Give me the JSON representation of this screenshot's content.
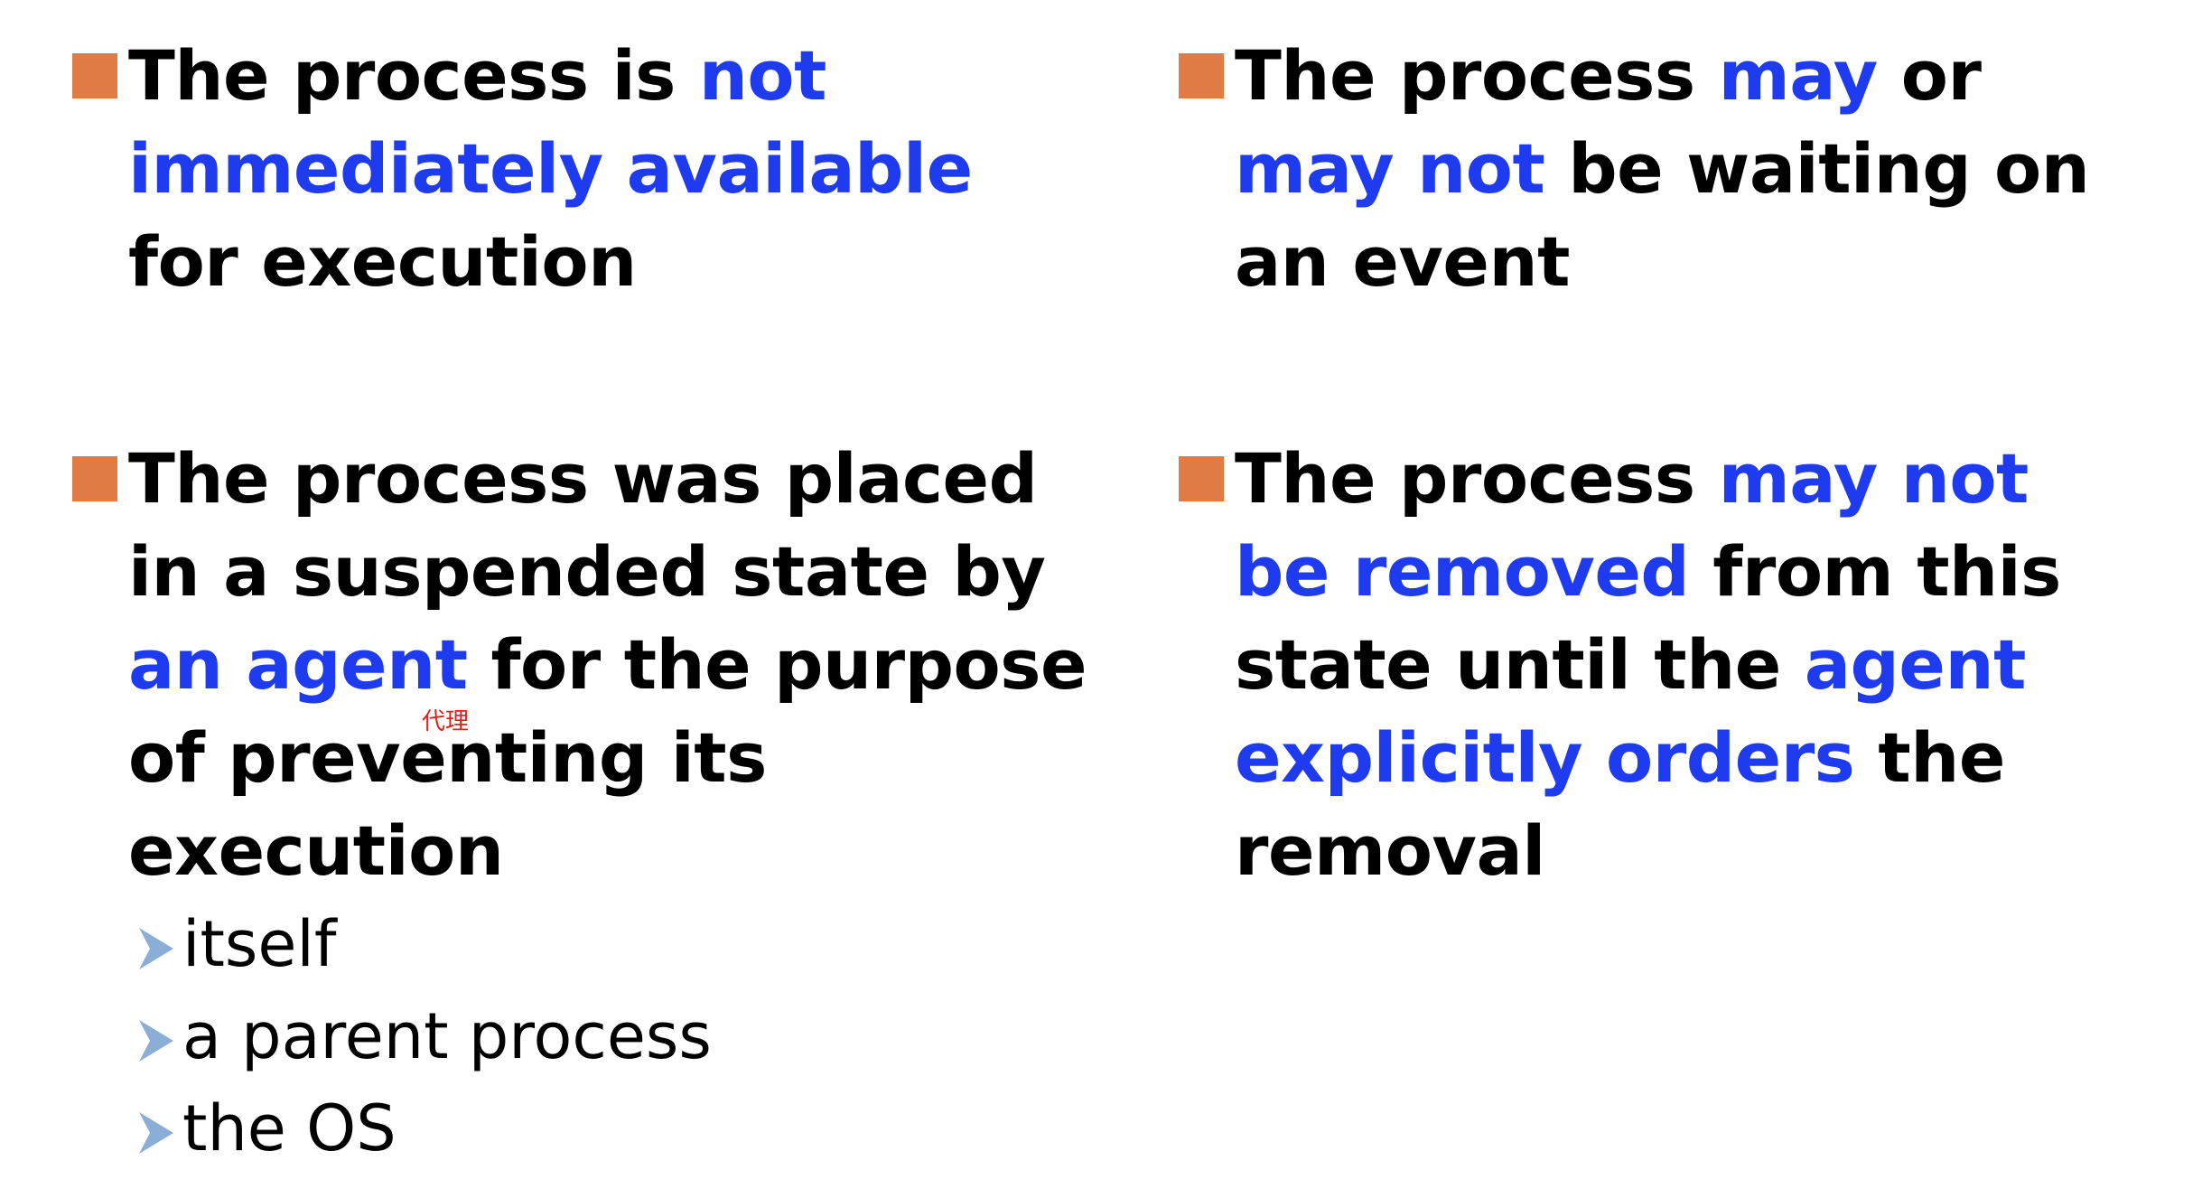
{
  "colors": {
    "bullet": "#e07b45",
    "highlight": "#1f3bf0",
    "text": "#000000",
    "annotation": "#e0201b",
    "sub_arrow": "#8aaed8"
  },
  "bullets": [
    {
      "lines": [
        [
          {
            "t": "The process is ",
            "hl": false
          },
          {
            "t": "not",
            "hl": true
          }
        ],
        [
          {
            "t": "immediately available",
            "hl": true
          }
        ],
        [
          {
            "t": "for execution",
            "hl": false
          }
        ]
      ]
    },
    {
      "lines": [
        [
          {
            "t": "The process ",
            "hl": false
          },
          {
            "t": "may",
            "hl": true
          },
          {
            "t": " or",
            "hl": false
          }
        ],
        [
          {
            "t": "may not",
            "hl": true
          },
          {
            "t": " be waiting on",
            "hl": false
          }
        ],
        [
          {
            "t": "an event",
            "hl": false
          }
        ]
      ]
    },
    {
      "lines": [
        [
          {
            "t": "The process was placed",
            "hl": false
          }
        ],
        [
          {
            "t": "in a suspended state by",
            "hl": false
          }
        ],
        [
          {
            "t": "an agent",
            "hl": true
          },
          {
            "t": " for the purpose",
            "hl": false
          }
        ],
        [
          {
            "t": "of preventing its",
            "hl": false
          }
        ],
        [
          {
            "t": "execution",
            "hl": false
          }
        ]
      ]
    },
    {
      "lines": [
        [
          {
            "t": "The process ",
            "hl": false
          },
          {
            "t": "may not",
            "hl": true
          }
        ],
        [
          {
            "t": "be removed",
            "hl": true
          },
          {
            "t": " from this",
            "hl": false
          }
        ],
        [
          {
            "t": "state until the ",
            "hl": false
          },
          {
            "t": "agent",
            "hl": true
          }
        ],
        [
          {
            "t": "explicitly orders",
            "hl": true
          },
          {
            "t": " the",
            "hl": false
          }
        ],
        [
          {
            "t": "removal",
            "hl": false
          }
        ]
      ]
    }
  ],
  "sub_items": [
    "itself",
    "a parent process",
    "the OS"
  ],
  "annotation": "代理",
  "icons": {
    "bullet": "square-bullet-icon",
    "sub": "arrow-bullet-icon"
  }
}
